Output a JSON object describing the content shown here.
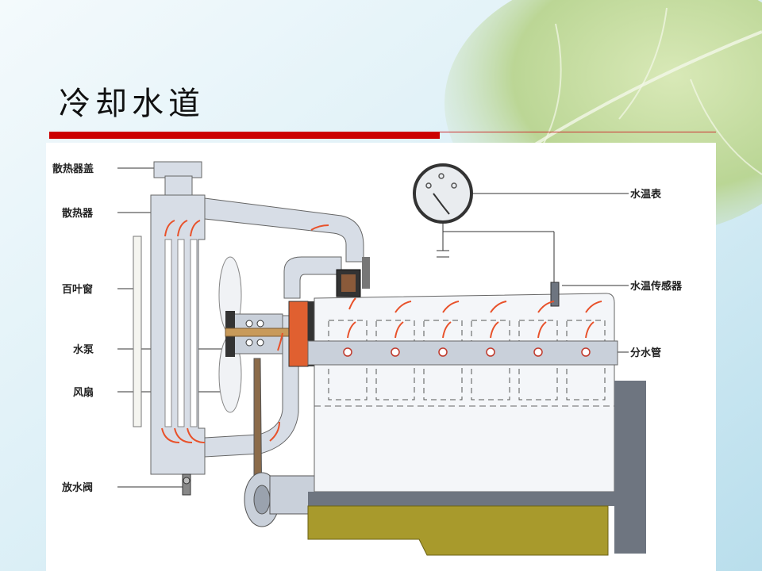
{
  "slide": {
    "title": "冷却水道"
  },
  "diagram": {
    "labels_left": {
      "radiator_cap": "散热器盖",
      "radiator": "散热器",
      "louver": "百叶窗",
      "water_pump": "水泵",
      "fan": "风扇",
      "drain_valve": "放水阀"
    },
    "labels_right": {
      "temp_gauge": "水温表",
      "temp_sensor": "水温传感器",
      "distribution_pipe": "分水管"
    }
  },
  "colors": {
    "title_rule": "#cc0000",
    "coolant": "#d7dde6",
    "arrow": "#e8512a",
    "oil_pan": "#a89a2c",
    "engine_block": "#f4f6f9",
    "pipe": "#c9d0da",
    "dark_gray": "#6e7580"
  }
}
